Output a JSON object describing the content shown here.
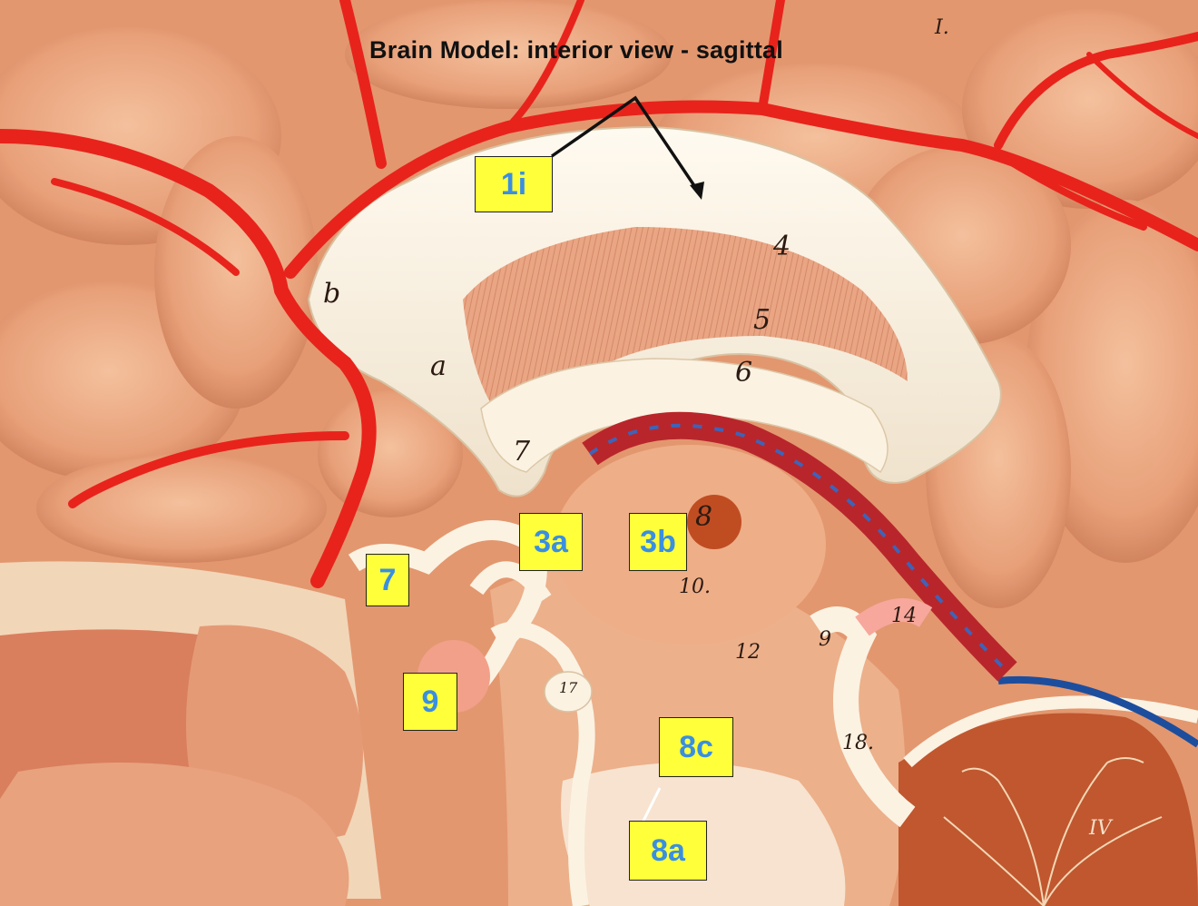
{
  "title": "Brain Model: interior view - sagittal",
  "labels": {
    "l1i": "1i",
    "l3a": "3a",
    "l3b": "3b",
    "l7": "7",
    "l9": "9",
    "l8c": "8c",
    "l8a": "8a"
  },
  "handwritten": {
    "n4": "4",
    "n5": "5",
    "n6": "6",
    "nb": "b",
    "na": "a",
    "n7": "7",
    "n8": "8",
    "n10": "10.",
    "n12": "12",
    "n9": "9",
    "n14": "14",
    "n17": "17",
    "n18": "18.",
    "nI": "I.",
    "nIV": "IV"
  },
  "colors": {
    "tissue": "#e8a079",
    "artery": "#e8231c",
    "white_matter": "#fbf2e2",
    "label_fill": "#ffff3a",
    "label_text": "#3a8fe0"
  }
}
